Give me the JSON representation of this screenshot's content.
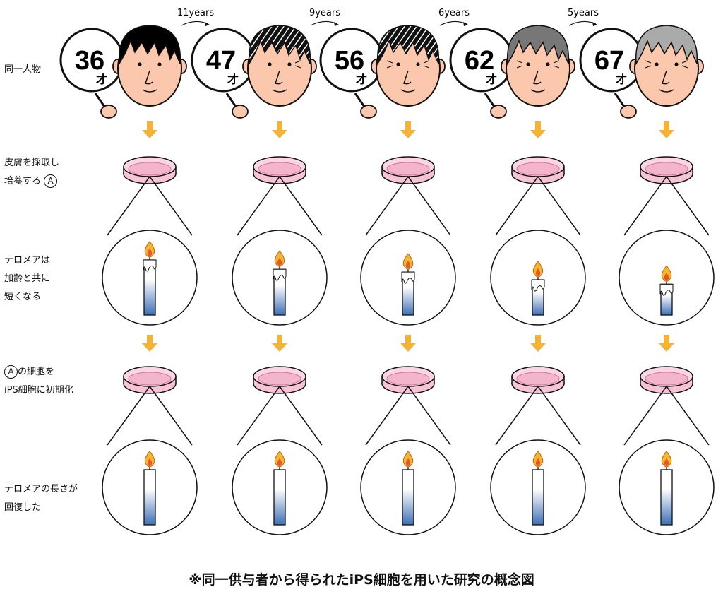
{
  "labels": {
    "same_person": "同一人物",
    "skin_line1": "皮膚を採取し",
    "skin_line2": "培養する",
    "circle_a": "A",
    "telomere_line1": "テロメアは",
    "telomere_line2": "加齢と共に",
    "telomere_line3": "短くなる",
    "ips_line1": "の細胞を",
    "ips_line2": "iPS細胞に初期化",
    "restore_line1": "テロメアの長さが",
    "restore_line2": "回復した"
  },
  "ages": [
    "36",
    "47",
    "56",
    "62",
    "67"
  ],
  "age_suffix": "才",
  "intervals": [
    "11years",
    "9years",
    "6years",
    "5years"
  ],
  "hair_colors": [
    "#000000",
    "#111111",
    "#111111",
    "#777777",
    "#aaaaaa"
  ],
  "telomere_length_relative": [
    1.0,
    0.83,
    0.78,
    0.64,
    0.56
  ],
  "restored_length_relative": [
    1.0,
    1.0,
    1.0,
    1.0,
    1.0
  ],
  "colors": {
    "arrow": "#f5b335",
    "skin": "#fbc8ad",
    "dish": "#f6c4d6",
    "candle_blue": "#4a78b8"
  },
  "caption": "※同一供与者から得られたiPS細胞を用いた研究の概念図"
}
